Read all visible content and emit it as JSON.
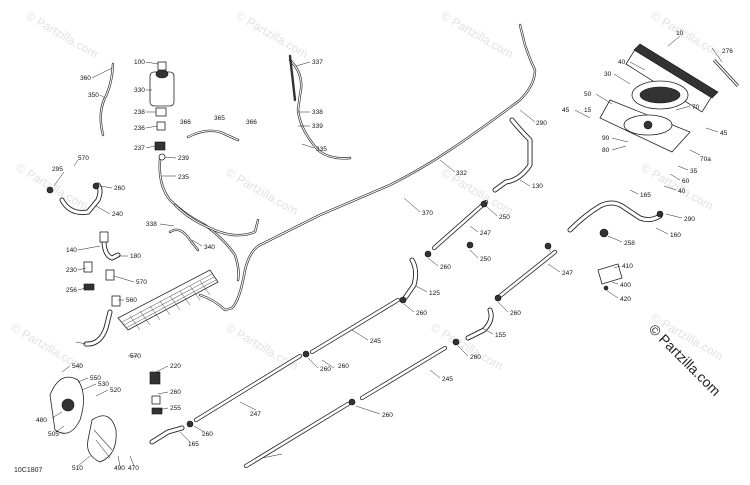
{
  "diagram_code": "10C1807",
  "brand_text": "© Partzilla.com",
  "watermark_text": "© Partzilla.com",
  "labels": {
    "l10": "10",
    "l276": "276",
    "l40a": "40",
    "l30": "30",
    "l50": "50",
    "l70": "70",
    "l45a": "45",
    "l15": "15",
    "l90": "90",
    "l80": "80",
    "l70a": "70a",
    "l35": "35",
    "l60": "60",
    "l40b": "40",
    "l45b": "45",
    "l100": "100",
    "l330": "330",
    "l238": "238",
    "l236": "236",
    "l237": "237",
    "l239": "239",
    "l235": "235",
    "l366a": "366",
    "l365": "365",
    "l366b": "366",
    "l360": "360",
    "l350": "350",
    "l337": "337",
    "l338a": "338",
    "l339": "339",
    "l335": "335",
    "l332": "332",
    "l290a": "290",
    "l130": "130",
    "l370": "370",
    "l250a": "250",
    "l247a": "247",
    "l260a": "260",
    "l250b": "250",
    "l125": "125",
    "l260b": "260",
    "l260c": "260",
    "l245a": "245",
    "l260d": "260",
    "l155": "155",
    "l260e": "260",
    "l245b": "245",
    "l260f": "260",
    "l247b": "247",
    "l260g": "260",
    "l247c": "247",
    "l165a": "165",
    "l290b": "290",
    "l160": "160",
    "l258": "258",
    "l410": "410",
    "l400": "400",
    "l420": "420",
    "l295": "295",
    "l570a": "570",
    "l260h": "260",
    "l240": "240",
    "l338b": "338",
    "l340": "340",
    "l140": "140",
    "l180": "180",
    "l230": "230",
    "l570b": "570",
    "l256": "256",
    "l560": "560",
    "l570c": "570",
    "l540": "540",
    "l550": "550",
    "l530": "530",
    "l520": "520",
    "l220": "220",
    "l260i": "260",
    "l255": "255",
    "l480": "480",
    "l505": "505",
    "l510": "510",
    "l490": "490",
    "l470": "470",
    "l165b": "165",
    "l260j": "260"
  }
}
